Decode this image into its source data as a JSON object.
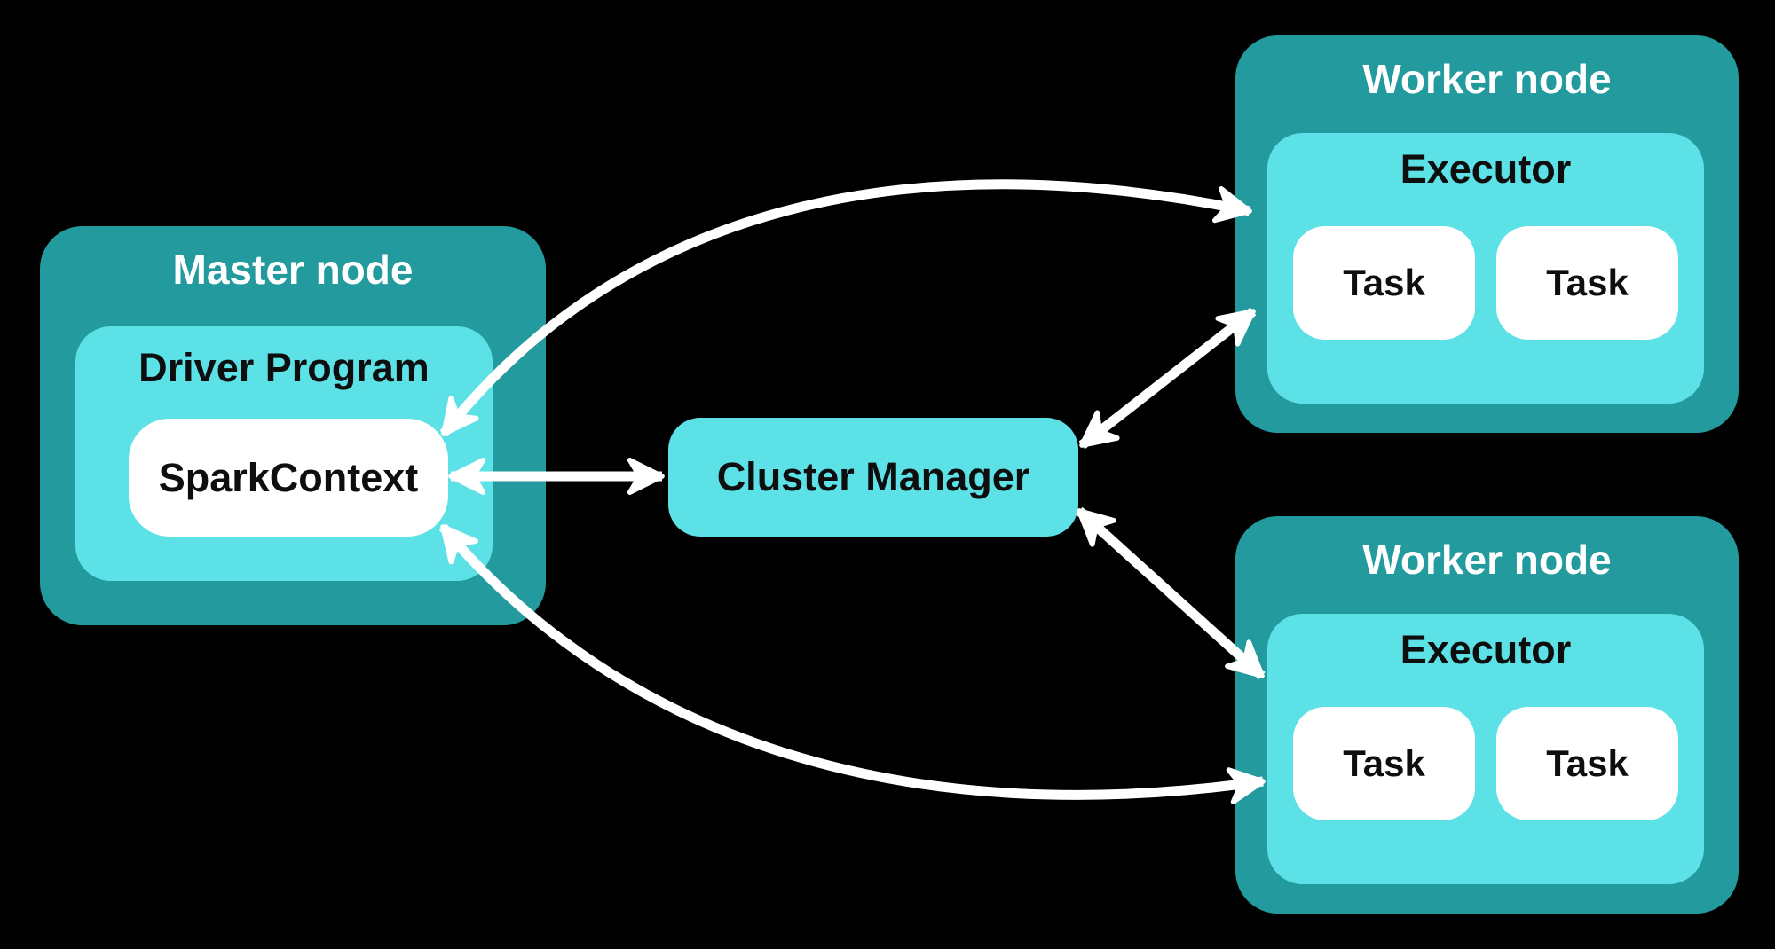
{
  "colors": {
    "background": "#000000",
    "node_teal": "#239B9E",
    "inner_cyan": "#5CE1E6",
    "pill_white": "#FFFFFF",
    "text_dark": "#0E0E0E",
    "text_light": "#FFFFFF",
    "arrow": "#FFFFFF"
  },
  "master_node": {
    "label": "Master node",
    "driver_program": {
      "label": "Driver Program",
      "spark_context": {
        "label": "SparkContext"
      }
    }
  },
  "cluster_manager": {
    "label": "Cluster Manager"
  },
  "worker_nodes": [
    {
      "label": "Worker node",
      "executor": {
        "label": "Executor",
        "tasks": [
          {
            "label": "Task"
          },
          {
            "label": "Task"
          }
        ]
      }
    },
    {
      "label": "Worker node",
      "executor": {
        "label": "Executor",
        "tasks": [
          {
            "label": "Task"
          },
          {
            "label": "Task"
          }
        ]
      }
    }
  ],
  "connections": [
    {
      "from": "SparkContext",
      "to": "Cluster Manager",
      "bidirectional": true,
      "style": "straight"
    },
    {
      "from": "Cluster Manager",
      "to": "Worker node (top) Executor",
      "bidirectional": true,
      "style": "straight"
    },
    {
      "from": "Cluster Manager",
      "to": "Worker node (bottom) Executor",
      "bidirectional": true,
      "style": "straight"
    },
    {
      "from": "SparkContext",
      "to": "Worker node (top) Executor",
      "bidirectional": true,
      "style": "curved"
    },
    {
      "from": "SparkContext",
      "to": "Worker node (bottom) Executor",
      "bidirectional": true,
      "style": "curved"
    }
  ]
}
